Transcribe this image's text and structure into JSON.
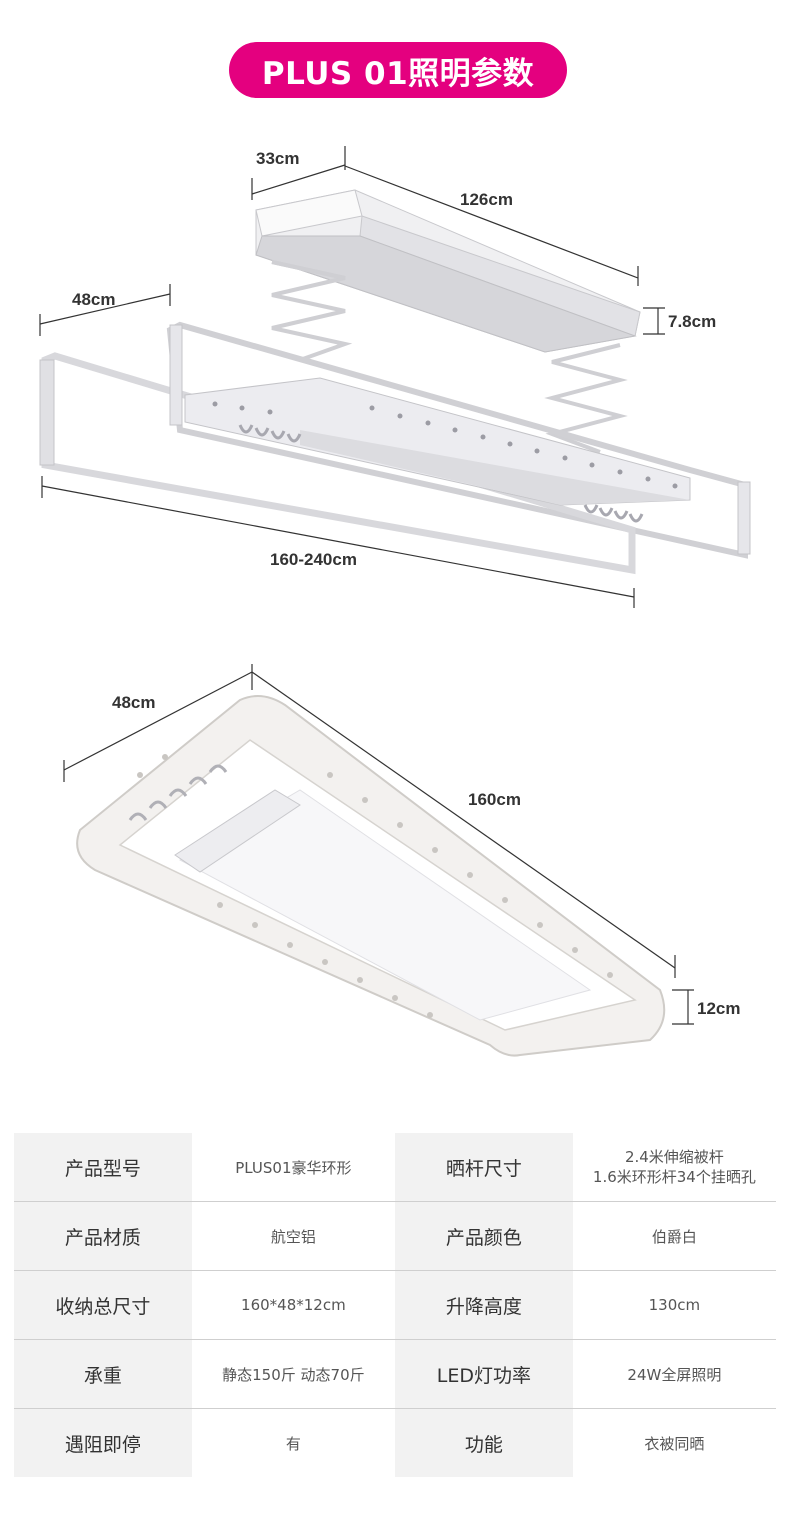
{
  "banner": {
    "title": "PLUS 01照明参数",
    "color": "#e4007f"
  },
  "diagram1": {
    "labels": {
      "width_panel": "33cm",
      "length_panel": "126cm",
      "height_panel": "7.8cm",
      "depth_rack": "48cm",
      "length_rack": "160-240cm"
    }
  },
  "diagram2": {
    "labels": {
      "width": "48cm",
      "length": "160cm",
      "height": "12cm"
    }
  },
  "specs": {
    "rows": [
      {
        "k1": "产品型号",
        "v1": "PLUS01豪华环形",
        "k2": "晒杆尺寸",
        "v2_line1": "2.4米伸缩被杆",
        "v2_line2": "1.6米环形杆34个挂晒孔"
      },
      {
        "k1": "产品材质",
        "v1": "航空铝",
        "k2": "产品颜色",
        "v2_line1": "伯爵白",
        "v2_line2": ""
      },
      {
        "k1": "收纳总尺寸",
        "v1": "160*48*12cm",
        "k2": "升降高度",
        "v2_line1": "130cm",
        "v2_line2": ""
      },
      {
        "k1": "承重",
        "v1": "静态150斤 动态70斤",
        "k2": "LED灯功率",
        "v2_line1": "24W全屏照明",
        "v2_line2": ""
      },
      {
        "k1": "遇阻即停",
        "v1": "有",
        "k2": "功能",
        "v2_line1": "衣被同晒",
        "v2_line2": ""
      }
    ]
  }
}
